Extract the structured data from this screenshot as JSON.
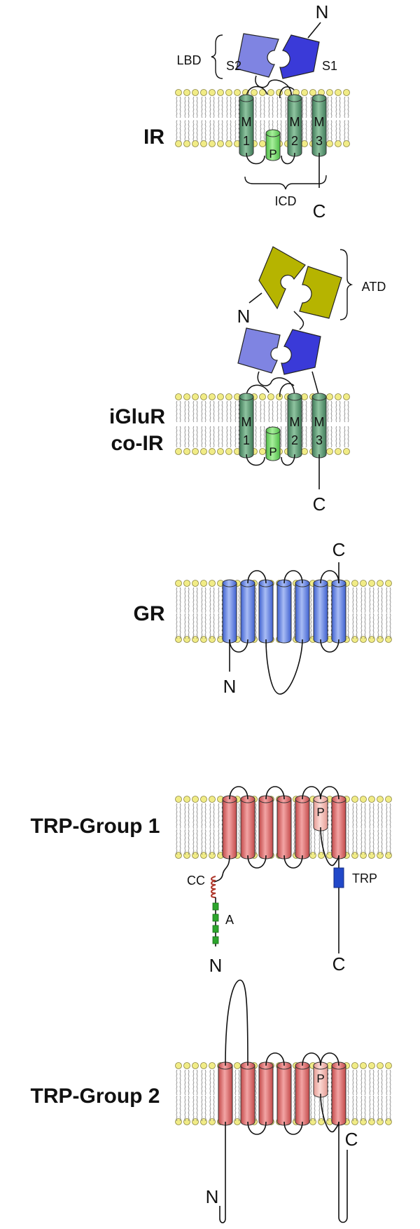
{
  "colors": {
    "green_helix": "#6fa886",
    "green_helix_dark": "#3f7a58",
    "pore_light_green": "#7fdc74",
    "blue_helix": "#6f8fe6",
    "red_helix": "#df6b6b",
    "pink_pore": "#f0b7b0",
    "s1_blue": "#3a3ad8",
    "s2_lavender": "#7f84e2",
    "atd_olive": "#b6b400",
    "lipid_head": "#f1ec86",
    "coil_red": "#b03a2e",
    "ank_green": "#2ca52c",
    "trp_blue": "#2148c9"
  },
  "panels": {
    "ir": {
      "name": "IR",
      "lbd_label": "LBD",
      "s2_label": "S2",
      "s1_label": "S1",
      "m1": [
        "M",
        "1"
      ],
      "m2": [
        "M",
        "2"
      ],
      "m3": [
        "M",
        "3"
      ],
      "pore": "P",
      "icd_label": "ICD",
      "n_label": "N",
      "c_label": "C"
    },
    "iglur": {
      "name_line1": "iGluR",
      "name_line2": "co-IR",
      "atd_label": "ATD",
      "m1": [
        "M",
        "1"
      ],
      "m2": [
        "M",
        "2"
      ],
      "m3": [
        "M",
        "3"
      ],
      "pore": "P",
      "n_label": "N",
      "c_label": "C"
    },
    "gr": {
      "name": "GR",
      "n_label": "N",
      "c_label": "C"
    },
    "trp1": {
      "name": "TRP-Group 1",
      "pore": "P",
      "cc_label": "CC",
      "a_label": "A",
      "trp_label": "TRP",
      "n_label": "N",
      "c_label": "C"
    },
    "trp2": {
      "name": "TRP-Group 2",
      "pore": "P",
      "n_label": "N",
      "c_label": "C"
    }
  }
}
